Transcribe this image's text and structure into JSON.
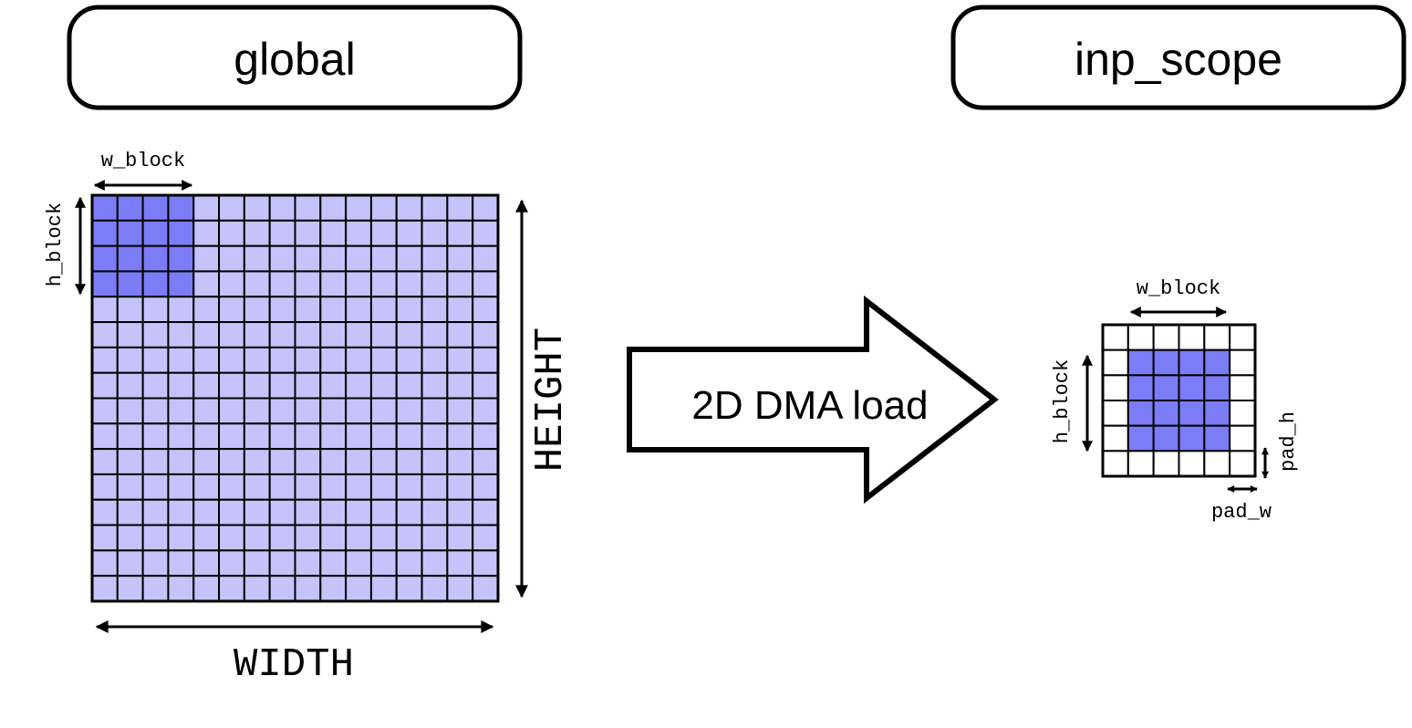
{
  "labels": {
    "global": "global",
    "inp_scope": "inp_scope",
    "dma": "2D DMA load",
    "width": "WIDTH",
    "height": "HEIGHT",
    "w_block": "w_block",
    "h_block": "h_block",
    "w_block_small": "w_block",
    "h_block_small": "h_block",
    "pad_h": "pad_h",
    "pad_w": "pad_w"
  },
  "global_grid": {
    "cols": 16,
    "rows": 16,
    "block_cols": 4,
    "block_rows": 4
  },
  "scope_grid": {
    "cols": 6,
    "rows": 6,
    "pad": 1
  },
  "colors": {
    "light_cell": "#c4c4fb",
    "block_cell": "#7c7cf6",
    "empty_cell": "#ffffff",
    "stroke": "#000000"
  }
}
